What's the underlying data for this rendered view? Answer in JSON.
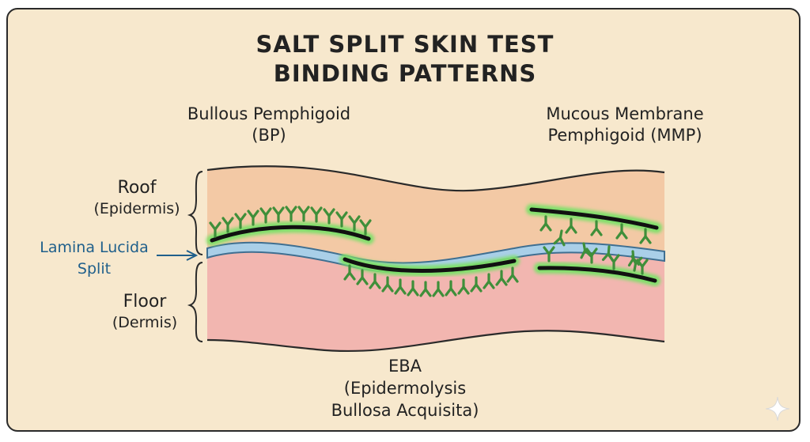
{
  "title": {
    "line1": "SALT SPLIT SKIN TEST",
    "line2": "BINDING PATTERNS"
  },
  "labels": {
    "bp": {
      "line1": "Bullous Pemphigoid",
      "line2": "(BP)"
    },
    "mmp": {
      "line1": "Mucous Membrane",
      "line2": "Pemphigoid (MMP)"
    },
    "roof": {
      "line1": "Roof",
      "line2": "(Epidermis)"
    },
    "lamina": {
      "line1": "Lamina Lucida",
      "line2": "Split"
    },
    "floor": {
      "line1": "Floor",
      "line2": "(Dermis)"
    },
    "eba": {
      "line1": "EBA",
      "line2": "(Epidermolysis",
      "line3": "Bullosa Acquisita)"
    }
  },
  "colors": {
    "background": "#f7e8cd",
    "roof": "#f3c9a5",
    "floor": "#f2b6b0",
    "lamina": "#a9cfe8",
    "antibody": "#3f8f3a",
    "glow": "#7fe06a",
    "lamina_text": "#1f5f8b"
  },
  "icons": {
    "watermark": "sparkle-icon"
  }
}
